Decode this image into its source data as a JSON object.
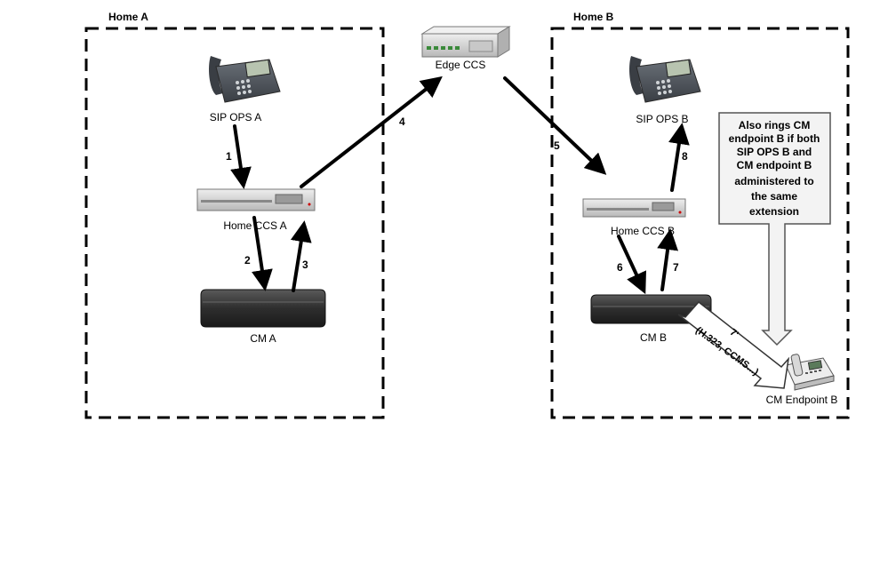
{
  "zones": {
    "home_a": "Home A",
    "home_b": "Home B"
  },
  "nodes": {
    "sip_ops_a": "SIP OPS A",
    "home_ccs_a": "Home CCS A",
    "cm_a": "CM A",
    "edge_ccs": "Edge CCS",
    "sip_ops_b": "SIP OPS B",
    "home_ccs_b": "Home CCS B",
    "cm_b": "CM B",
    "cm_endpoint_b": "CM Endpoint B"
  },
  "steps": {
    "s1": "1",
    "s2": "2",
    "s3": "3",
    "s4": "4",
    "s5": "5",
    "s6": "6",
    "s7": "7",
    "s8": "8"
  },
  "callout": {
    "line1": "Also rings CM",
    "line2": "endpoint B if both",
    "line3": "SIP OPS B and",
    "line4": "CM endpoint B",
    "line5": "administered to",
    "line6": "the same",
    "line7": "extension"
  },
  "step7_callout": {
    "label": "7'",
    "protocols": "(H.323, CCMS...)"
  },
  "colors": {
    "line": "#000000",
    "callout_fill": "#f0f0f0",
    "device_light": "#d8d8d8",
    "device_dark": "#3c3c3c"
  }
}
